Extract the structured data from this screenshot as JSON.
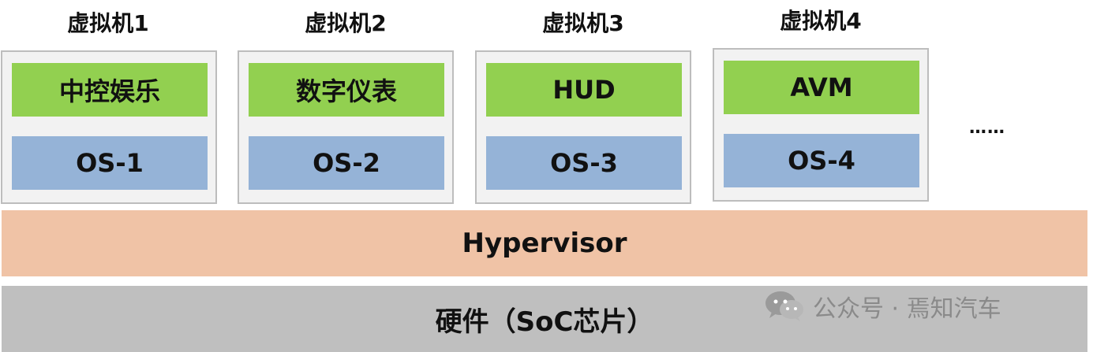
{
  "vms": [
    {
      "title": "虚拟机1",
      "app": "中控娱乐",
      "os": "OS-1"
    },
    {
      "title": "虚拟机2",
      "app": "数字仪表",
      "os": "OS-2"
    },
    {
      "title": "虚拟机3",
      "app": "HUD",
      "os": "OS-3"
    },
    {
      "title": "虚拟机4",
      "app": "AVM",
      "os": "OS-4"
    }
  ],
  "ellipsis": "……",
  "hypervisor": "Hypervisor",
  "hardware": "硬件（SoC芯片）",
  "watermark": {
    "icon": "wechat-icon",
    "text": "公众号 · 焉知汽车"
  },
  "colors": {
    "app_layer": "#92d050",
    "os_layer": "#95b3d7",
    "vm_box": "#f2f2f2",
    "hypervisor": "#f0c3a6",
    "hardware": "#bfbfbf"
  }
}
